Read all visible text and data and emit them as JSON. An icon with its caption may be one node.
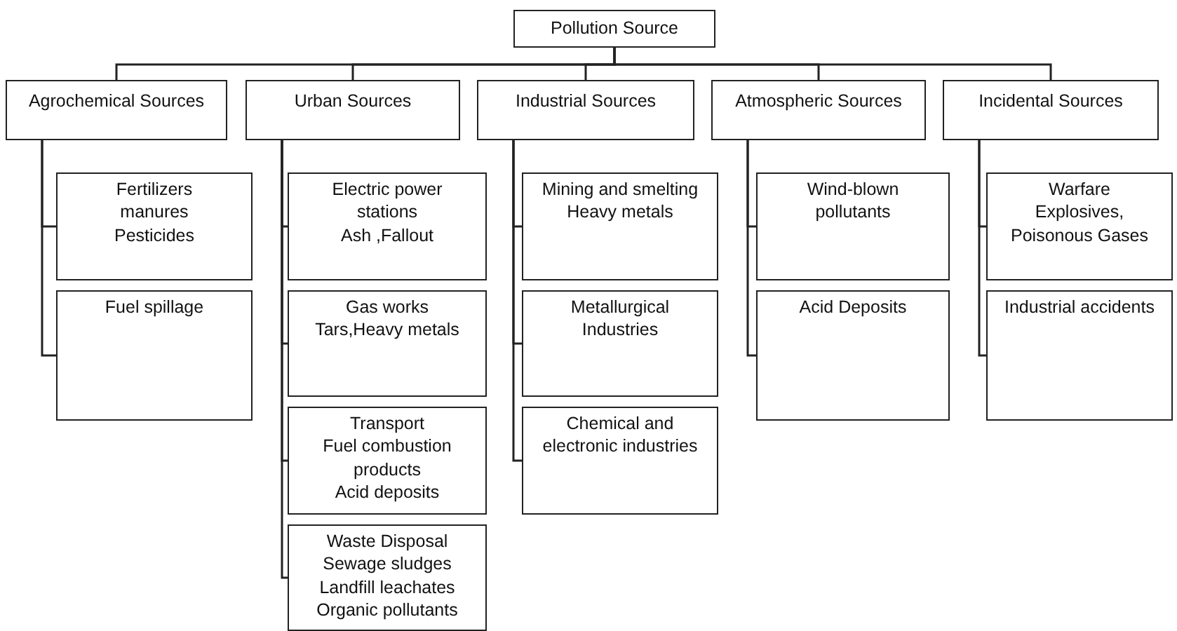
{
  "diagram": {
    "nodes": [
      {
        "text": [
          "Pollution Source"
        ]
      },
      {
        "text": [
          "Agrochemical Sources"
        ]
      },
      {
        "text": [
          "Urban Sources"
        ]
      },
      {
        "text": [
          "Industrial Sources"
        ]
      },
      {
        "text": [
          "Atmospheric Sources"
        ]
      },
      {
        "text": [
          "Incidental Sources"
        ]
      },
      {
        "text": [
          "Fertilizers",
          "manures",
          "Pesticides"
        ]
      },
      {
        "text": [
          "Fuel spillage"
        ]
      },
      {
        "text": [
          "Electric power stations",
          "Ash ,Fallout"
        ]
      },
      {
        "text": [
          "Gas works",
          "Tars,Heavy metals"
        ]
      },
      {
        "text": [
          "Transport",
          "Fuel combustion products",
          "Acid deposits"
        ]
      },
      {
        "text": [
          "Waste Disposal",
          "Sewage sludges",
          "Landfill leachates",
          "Organic pollutants"
        ]
      },
      {
        "text": [
          "Mining and smelting",
          "Heavy metals"
        ]
      },
      {
        "text": [
          "Metallurgical Industries"
        ]
      },
      {
        "text": [
          "Chemical and electronic industries"
        ]
      },
      {
        "text": [
          "Wind-blown pollutants"
        ]
      },
      {
        "text": [
          "Acid Deposits"
        ]
      },
      {
        "text": [
          "Warfare",
          "Explosives, Poisonous Gases"
        ]
      },
      {
        "text": [
          "Industrial accidents"
        ]
      }
    ],
    "edges": [
      {
        "from": 0,
        "to": 1,
        "arrow": "none"
      },
      {
        "from": 0,
        "to": 2,
        "arrow": "none"
      },
      {
        "from": 0,
        "to": 3,
        "arrow": "none"
      },
      {
        "from": 0,
        "to": 4,
        "arrow": "none"
      },
      {
        "from": 0,
        "to": 5,
        "arrow": "none"
      },
      {
        "from": 1,
        "to": 6,
        "arrow": "none"
      },
      {
        "from": 1,
        "to": 7,
        "arrow": "none"
      },
      {
        "from": 2,
        "to": 8,
        "arrow": "none"
      },
      {
        "from": 2,
        "to": 9,
        "arrow": "none"
      },
      {
        "from": 2,
        "to": 10,
        "arrow": "none"
      },
      {
        "from": 2,
        "to": 11,
        "arrow": "none"
      },
      {
        "from": 3,
        "to": 12,
        "arrow": "none"
      },
      {
        "from": 3,
        "to": 13,
        "arrow": "none"
      },
      {
        "from": 3,
        "to": 14,
        "arrow": "none"
      },
      {
        "from": 4,
        "to": 15,
        "arrow": "none"
      },
      {
        "from": 4,
        "to": 16,
        "arrow": "none"
      },
      {
        "from": 5,
        "to": 17,
        "arrow": "none"
      },
      {
        "from": 5,
        "to": 18,
        "arrow": "none"
      }
    ]
  }
}
